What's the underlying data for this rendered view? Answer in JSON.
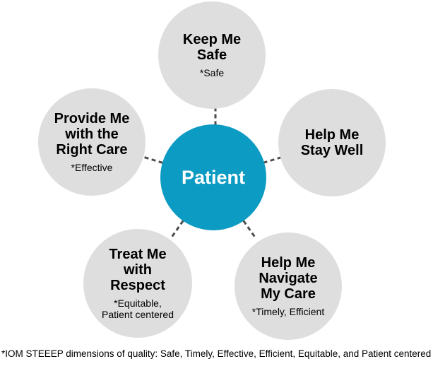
{
  "colors": {
    "center_circle": "#0c9bc2",
    "outer_circle": "#dedede",
    "connector": "#4d4d4d",
    "text": "#000000",
    "center_text": "#ffffff"
  },
  "center": {
    "label": "Patient"
  },
  "circles": [
    {
      "id": "keep-me-safe",
      "position": "top",
      "title": "Keep Me\nSafe",
      "subtitle": "*Safe"
    },
    {
      "id": "help-me-stay-well",
      "position": "right",
      "title": "Help Me\nStay Well",
      "subtitle": ""
    },
    {
      "id": "help-me-navigate-my-care",
      "position": "bottom-right",
      "title": "Help Me\nNavigate\nMy Care",
      "subtitle": "*Timely, Efficient"
    },
    {
      "id": "treat-me-with-respect",
      "position": "bottom-left",
      "title": "Treat Me\nwith\nRespect",
      "subtitle": "*Equitable,\nPatient centered"
    },
    {
      "id": "provide-me-right-care",
      "position": "left",
      "title": "Provide Me\nwith the\nRight Care",
      "subtitle": "*Effective"
    }
  ],
  "footnote": "*IOM STEEEP dimensions of quality: Safe, Timely, Effective, Efficient, Equitable, and Patient centered"
}
